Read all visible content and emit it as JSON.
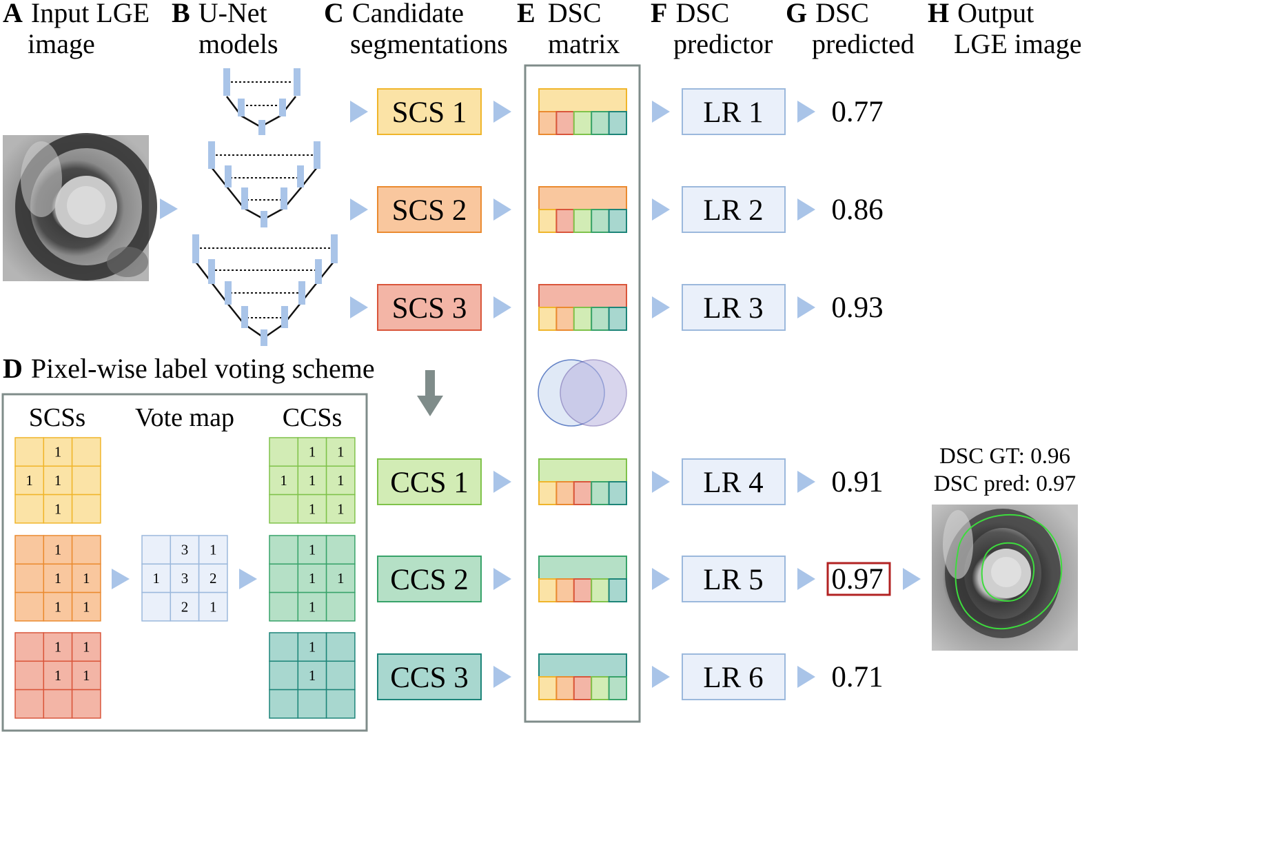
{
  "headers": [
    {
      "letter": "A",
      "lines": [
        "Input LGE",
        "image"
      ]
    },
    {
      "letter": "B",
      "lines": [
        "U-Net",
        "models"
      ]
    },
    {
      "letter": "C",
      "lines": [
        "Candidate",
        "segmentations"
      ]
    },
    {
      "letter": "E",
      "lines": [
        "DSC",
        "matrix"
      ]
    },
    {
      "letter": "F",
      "lines": [
        "DSC",
        "predictor"
      ]
    },
    {
      "letter": "G",
      "lines": [
        "DSC",
        "predicted"
      ]
    },
    {
      "letter": "H",
      "lines": [
        "Output",
        "LGE image"
      ]
    }
  ],
  "voting": {
    "letter": "D",
    "title": "Pixel-wise label voting scheme",
    "col_scs": "SCSs",
    "col_vote": "Vote map",
    "col_ccs": "CCSs"
  },
  "candidates": [
    {
      "label": "SCS 1",
      "color": "#fbe3a6",
      "border": "#f0b52a"
    },
    {
      "label": "SCS 2",
      "color": "#f9c79e",
      "border": "#ea8a2f"
    },
    {
      "label": "SCS 3",
      "color": "#f3b5a6",
      "border": "#d9553a"
    },
    {
      "label": "CCS 1",
      "color": "#d2ecb5",
      "border": "#7fc24a"
    },
    {
      "label": "CCS 2",
      "color": "#b5e0c6",
      "border": "#37a269"
    },
    {
      "label": "CCS 3",
      "color": "#a8d7cf",
      "border": "#1c8478"
    }
  ],
  "predictors": [
    "LR 1",
    "LR 2",
    "LR 3",
    "LR 4",
    "LR 5",
    "LR 6"
  ],
  "predicted": [
    "0.77",
    "0.86",
    "0.93",
    "0.91",
    "0.97",
    "0.71"
  ],
  "best_index": 4,
  "output": {
    "dsc_gt": "DSC GT: 0.96",
    "dsc_pred": "DSC pred: 0.97"
  },
  "scs_grids": [
    [
      "",
      "1",
      "",
      "1",
      "1",
      "",
      "",
      "1",
      ""
    ],
    [
      "",
      "1",
      "",
      "",
      "1",
      "1",
      "",
      "1",
      "1"
    ],
    [
      "",
      "1",
      "1",
      "",
      "1",
      "1",
      "",
      "",
      ""
    ]
  ],
  "vote_grid": [
    "",
    "3",
    "1",
    "1",
    "3",
    "2",
    "",
    "2",
    "1"
  ],
  "ccs_grids": [
    [
      "",
      "1",
      "1",
      "1",
      "1",
      "1",
      "",
      "1",
      "1"
    ],
    [
      "",
      "1",
      "",
      "",
      "1",
      "1",
      "",
      "1",
      ""
    ],
    [
      "",
      "1",
      "",
      "",
      "1",
      "",
      "",
      "",
      ""
    ]
  ],
  "colors": {
    "arrow": "#a9c4e8",
    "frame": "#7f8c8a",
    "unet_block": "#a9c4e8",
    "lr_fill": "#eaf0fa",
    "lr_border": "#9bb8dc",
    "vote_fill": "#eaf0fa",
    "highlight": "#b22222",
    "contour": "#3ddc3d",
    "venn_a": "#dfe8f6",
    "venn_b": "#c8c4e6"
  }
}
